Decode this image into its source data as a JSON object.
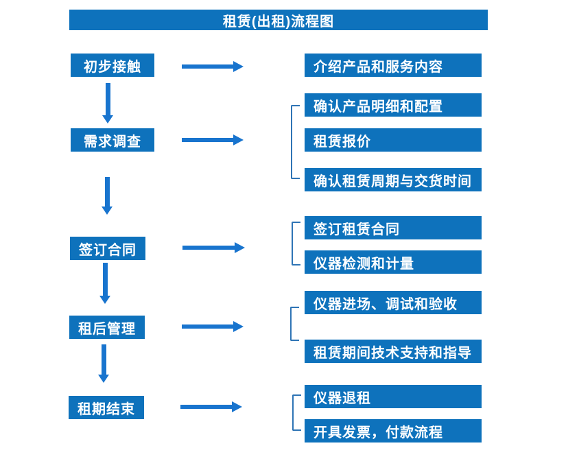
{
  "title": "租赁(出租)流程图",
  "colors": {
    "box_blue": "#0E72BC",
    "arrow_blue": "#1874CE",
    "bracket_blue": "#2E74B5",
    "text_white": "#FFFFFF"
  },
  "steps": [
    {
      "label": "初步接触",
      "details": [
        "介绍产品和服务内容"
      ]
    },
    {
      "label": "需求调查",
      "details": [
        "确认产品明细和配置",
        "租赁报价",
        "确认租赁周期与交货时间"
      ]
    },
    {
      "label": "签订合同",
      "details": [
        "签订租赁合同",
        "仪器检测和计量"
      ]
    },
    {
      "label": "租后管理",
      "details": [
        "仪器进场、调试和验收",
        "租赁期间技术支持和指导"
      ]
    },
    {
      "label": "租期结束",
      "details": [
        "仪器退租",
        "开具发票，付款流程"
      ]
    }
  ]
}
